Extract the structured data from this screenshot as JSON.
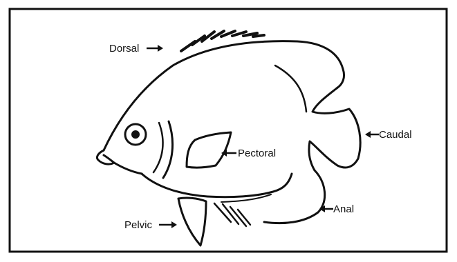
{
  "diagram": {
    "subject": "fish-fins",
    "colors": {
      "ink": "#111111",
      "background": "#ffffff"
    },
    "labels": {
      "dorsal": "Dorsal",
      "pectoral": "Pectoral",
      "caudal": "Caudal",
      "anal": "Anal",
      "pelvic": "Pelvic"
    },
    "arrows": {
      "dorsal": "right",
      "pectoral": "left",
      "caudal": "left",
      "anal": "left",
      "pelvic": "right"
    }
  }
}
